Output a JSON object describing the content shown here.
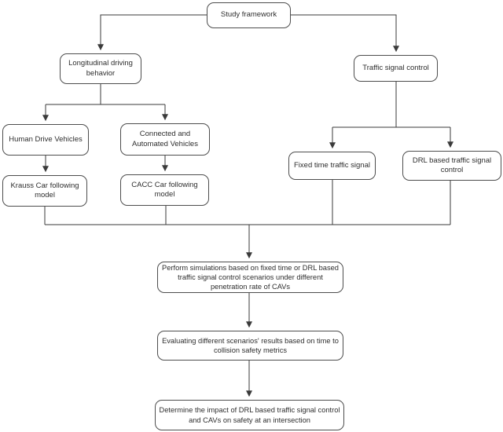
{
  "diagram": {
    "type": "flowchart",
    "title": "Study framework",
    "nodes": {
      "study_framework": {
        "label": "Study framework"
      },
      "longitudinal": {
        "label": "Longitudinal driving behavior"
      },
      "traffic_signal": {
        "label": "Traffic signal control"
      },
      "human_drive": {
        "label": "Human Drive Vehicles"
      },
      "connected_automated": {
        "label": "Connected and Automated Vehicles"
      },
      "krauss": {
        "label": "Krauss Car following model"
      },
      "cacc": {
        "label": "CACC Car following model"
      },
      "fixed_time": {
        "label": "Fixed time traffic signal"
      },
      "drl": {
        "label": "DRL based traffic signal control"
      },
      "perform": {
        "label": "Perform simulations based on fixed time or DRL based traffic signal control scenarios under different penetration rate of CAVs"
      },
      "evaluate": {
        "label": "Evaluating different scenarios' results based on time to collision safety metrics"
      },
      "determine": {
        "label": "Determine the impact of DRL based traffic signal control and CAVs on safety at an intersection"
      }
    },
    "edges": [
      {
        "from": "study_framework",
        "to": "longitudinal"
      },
      {
        "from": "study_framework",
        "to": "traffic_signal"
      },
      {
        "from": "longitudinal",
        "to": "human_drive"
      },
      {
        "from": "longitudinal",
        "to": "connected_automated"
      },
      {
        "from": "human_drive",
        "to": "krauss"
      },
      {
        "from": "connected_automated",
        "to": "cacc"
      },
      {
        "from": "traffic_signal",
        "to": "fixed_time"
      },
      {
        "from": "traffic_signal",
        "to": "drl"
      },
      {
        "from": "krauss",
        "to": "perform"
      },
      {
        "from": "cacc",
        "to": "perform"
      },
      {
        "from": "fixed_time",
        "to": "perform"
      },
      {
        "from": "drl",
        "to": "perform"
      },
      {
        "from": "perform",
        "to": "evaluate"
      },
      {
        "from": "evaluate",
        "to": "determine"
      }
    ]
  },
  "colors": {
    "background": "#ffffff",
    "node_fill": "#ffffff",
    "node_border": "#4d4d4d",
    "line": "#3a3a3a",
    "text": "#2e2e2e"
  }
}
